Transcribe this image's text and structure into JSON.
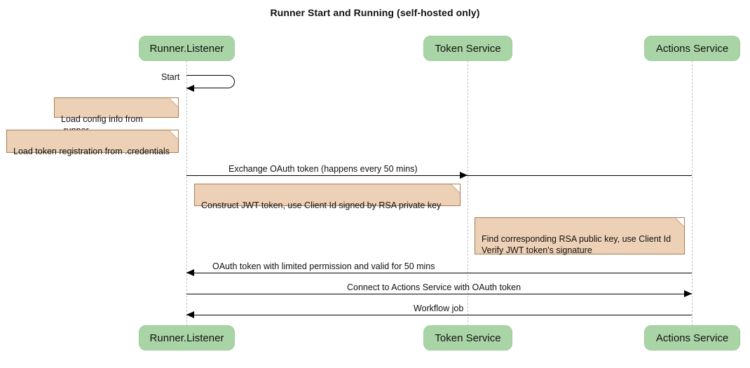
{
  "diagram": {
    "title": "Runner Start and Running (self-hosted only)",
    "type": "sequence-diagram",
    "colors": {
      "actor_fill": "#a9d5a6",
      "actor_border": "#9ccb98",
      "note_fill": "#edd1b6",
      "note_border": "#a9794d",
      "lifeline": "#c2c2c2",
      "arrow": "#000000"
    }
  },
  "participants": [
    {
      "id": "runner",
      "label": "Runner.Listener"
    },
    {
      "id": "token",
      "label": "Token Service"
    },
    {
      "id": "actions",
      "label": "Actions Service"
    }
  ],
  "messages": [
    {
      "id": "start",
      "label": "Start",
      "from": "runner",
      "to": "runner",
      "kind": "self"
    },
    {
      "id": "exchange-oauth-token",
      "label": "Exchange OAuth token (happens every 50 mins)",
      "from": "runner",
      "to": "token",
      "kind": "right"
    },
    {
      "id": "oauth-token-response",
      "label": "OAuth token with limited permission and valid for 50 mins",
      "from": "token",
      "to": "runner",
      "kind": "left"
    },
    {
      "id": "connect-actions-service",
      "label": "Connect to Actions Service with OAuth token",
      "from": "runner",
      "to": "actions",
      "kind": "right"
    },
    {
      "id": "workflow-job",
      "label": "Workflow job",
      "from": "actions",
      "to": "runner",
      "kind": "left"
    }
  ],
  "notes": [
    {
      "id": "load-config",
      "text": "Load config info from .runner"
    },
    {
      "id": "load-token-registration",
      "text": "Load token registration from .credentials"
    },
    {
      "id": "construct-jwt",
      "text": "Construct JWT token, use Client Id signed by RSA private key"
    },
    {
      "id": "verify-jwt",
      "text": "Find corresponding RSA public key, use Client Id\nVerify JWT token's signature"
    }
  ]
}
